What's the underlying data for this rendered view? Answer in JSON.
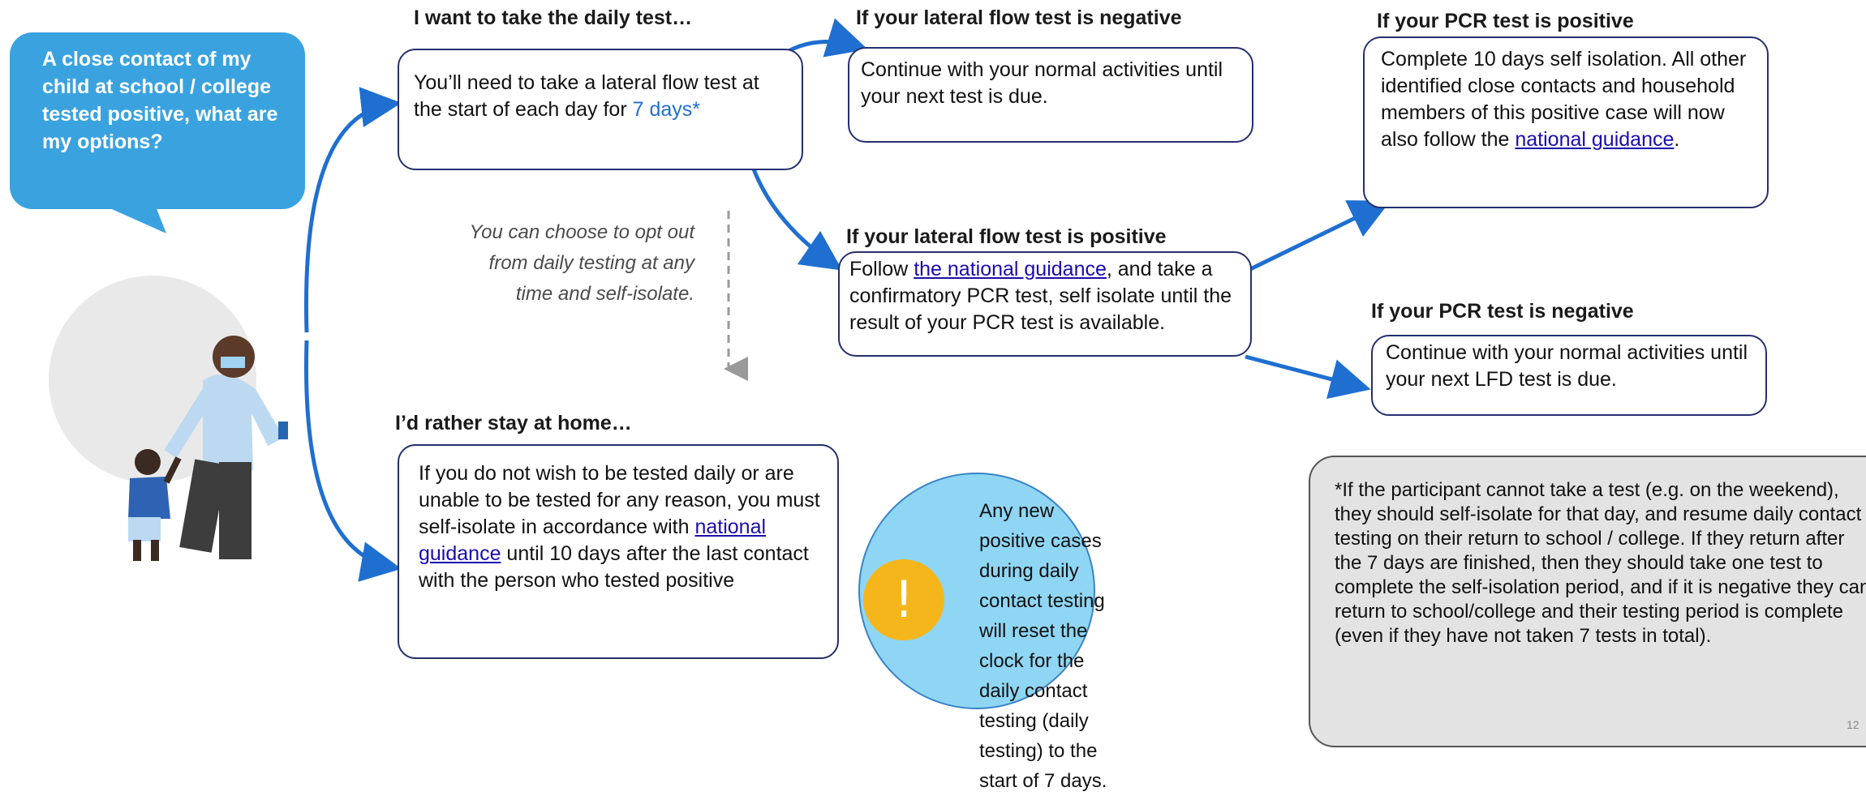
{
  "bubble": {
    "text": "A close contact of my child at school / college tested positive, what are my options?"
  },
  "daily_test": {
    "heading": "I want to take the daily test…",
    "body_pre": "You’ll need to take a lateral flow test at the start of each day for ",
    "body_highlight": "7 days*"
  },
  "opt_out_note": "You can choose to opt out from daily testing at any time and self-isolate.",
  "stay_home": {
    "heading": "I’d rather stay at home…",
    "body_pre": "If you do not wish to be tested daily or are unable to be tested for any reason, you must self-isolate in accordance with ",
    "link": "national guidance",
    "body_post": " until 10 days after the last contact with the person who tested positive"
  },
  "lft_negative": {
    "heading": "If your lateral flow test is negative",
    "body": "Continue with your normal activities until your next test is due."
  },
  "lft_positive": {
    "heading": "If your lateral flow test is positive",
    "body_pre": "Follow ",
    "link": "the national guidance",
    "body_post": ", and take a confirmatory PCR test, self isolate until the result of your PCR test is available."
  },
  "pcr_positive": {
    "heading": "If your PCR test is positive",
    "body_pre": "Complete 10 days self isolation. All other identified close contacts and household members of this positive case will now also follow the ",
    "link": "national guidance",
    "body_post": "."
  },
  "pcr_negative": {
    "heading": "If your PCR test is negative",
    "body": "Continue with your normal activities until your next LFD test is due."
  },
  "reset_note": "Any new positive cases during daily contact testing will reset the clock for the daily contact testing (daily testing) to the start of 7 days.",
  "warning_symbol": "!",
  "footnote": "*If the participant cannot take a test (e.g. on the weekend), they should self-isolate for that day, and resume daily  contact testing on their return to school / college. If they return after the 7 days are finished, then they should take one test to complete the self-isolation period, and if it is negative they can return to school/college and their testing period is complete (even if they have not taken 7 tests in total).",
  "page_number": "12",
  "colors": {
    "accent_blue": "#1f6fd0",
    "bubble": "#3aa3df",
    "warning": "#f5b61c",
    "circle": "#8fd6f4",
    "box_border": "#26306e"
  }
}
